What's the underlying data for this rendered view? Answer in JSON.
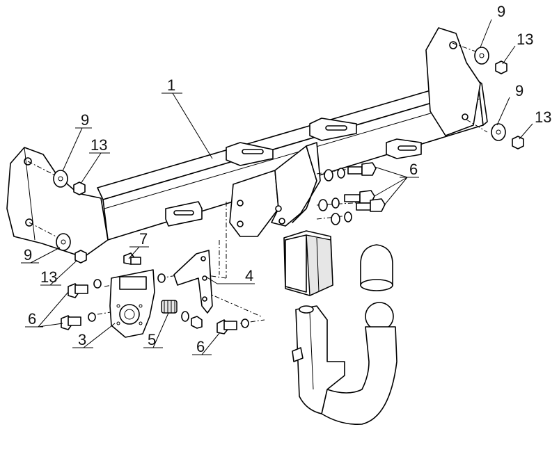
{
  "labels": {
    "l1": "1",
    "l3": "3",
    "l4": "4",
    "l5": "5",
    "l6a": "6",
    "l6b": "6",
    "l6c": "6",
    "l7": "7",
    "l9a": "9",
    "l9b": "9",
    "l9c": "9",
    "l9d": "9",
    "l13a": "13",
    "l13b": "13",
    "l13c": "13",
    "l13d": "13"
  }
}
